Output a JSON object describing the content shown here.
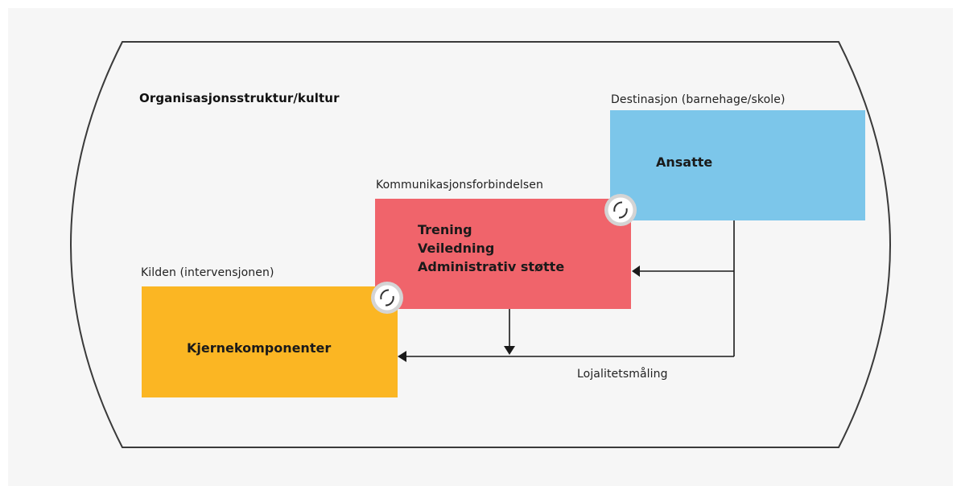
{
  "frame": {
    "title": "Organisasjonsstruktur/kultur"
  },
  "boxes": {
    "destination": {
      "caption": "Destinasjon (barnehage/skole)",
      "label": "Ansatte",
      "color": "#7cc6ea"
    },
    "communication": {
      "caption": "Kommunikasjonsforbindelsen",
      "lines": [
        "Trening",
        "Veiledning",
        "Administrativ støtte"
      ],
      "color": "#f0646b"
    },
    "source": {
      "caption": "Kilden (intervensjonen)",
      "label": "Kjernekomponenter",
      "color": "#fbb623"
    }
  },
  "feedback": {
    "label": "Lojalitetsmåling"
  },
  "icons": {
    "cycle": "refresh-cycle-icon"
  }
}
